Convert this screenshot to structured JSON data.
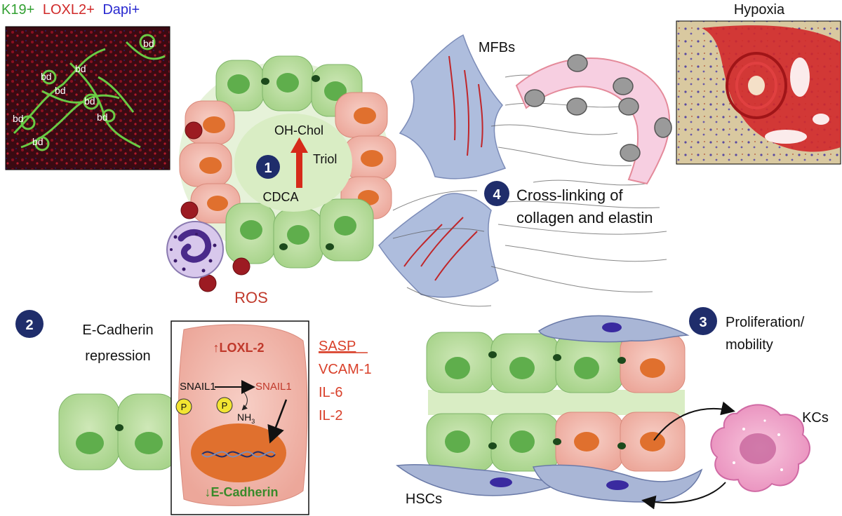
{
  "stain_panel": {
    "label_k19": "K19+",
    "label_loxl2": "LOXL2+",
    "label_dapi": "Dapi+",
    "duct_labels": [
      "bd",
      "bd",
      "bd",
      "bd",
      "bd",
      "bd",
      "bd",
      "bd"
    ]
  },
  "hypoxia_panel": {
    "title": "Hypoxia"
  },
  "step1": {
    "number": "1",
    "oh_chol": "OH-Chol",
    "triol": "Triol",
    "cdca": "CDCA",
    "ros": "ROS"
  },
  "mfbs_label": "MFBs",
  "step4": {
    "number": "4",
    "line1": "Cross-linking of",
    "line2": "collagen and elastin"
  },
  "step2": {
    "number": "2",
    "line1": "E-Cadherin",
    "line2": "repression",
    "loxl2": "↑LOXL-2",
    "snail_left": "SNAIL1",
    "snail_right": "SNAIL1",
    "phospho": "P",
    "nh3": "NH",
    "nh3_sub": "3",
    "ecad_down": "↓E-Cadherin"
  },
  "sasp": {
    "title": "SASP",
    "items": [
      "VCAM-1",
      "IL-6",
      "IL-2"
    ]
  },
  "step3": {
    "number": "3",
    "line1": "Proliferation/",
    "line2": "mobility",
    "kcs": "KCs",
    "hscs": "HSCs"
  },
  "colors": {
    "navy": "#1f2d6b",
    "sasp_red": "#d9402a",
    "green_cell": "#b9dea0",
    "pink_cell": "#f2b7ab",
    "nucleus_green": "#3d9a3d",
    "nucleus_orange": "#e0702e",
    "stroma_blue": "#a9b6d6"
  }
}
